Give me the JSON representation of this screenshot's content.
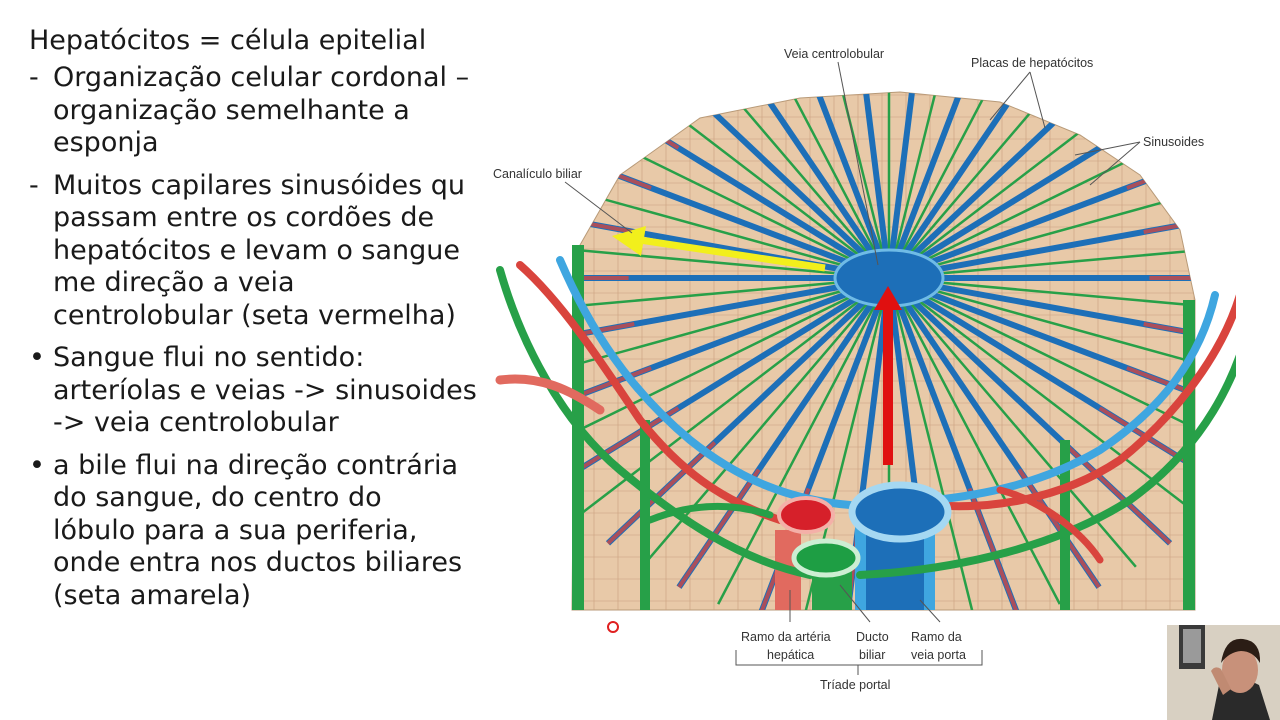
{
  "slide": {
    "heading": "Hepatócitos = célula epitelial",
    "bullets": [
      {
        "marker": "-",
        "text": "Organização celular cordonal –\norganização semelhante a\nesponja"
      },
      {
        "marker": "-",
        "text": "Muitos capilares sinusóides qu\npassam entre os cordões de\nhepatócitos e levam o sangue\nme direção a veia\ncentrolobular (seta vermelha)"
      },
      {
        "marker": "•",
        "text": "Sangue flui no sentido:\narteríolas e veias -> sinusoides\n-> veia centrolobular"
      },
      {
        "marker": "•",
        "text": "a bile flui na direção contrária\ndo sangue, do centro do\nlóbulo para a sua periferia,\nonde entra nos ductos biliares\n(seta amarela)"
      }
    ]
  },
  "diagram": {
    "labels": {
      "central_vein": "Veia centrolobular",
      "hepatocyte_plates": "Placas de hepatócitos",
      "sinusoids": "Sinusoides",
      "bile_canaliculus": "Canalículo biliar",
      "hepatic_artery_line1": "Ramo da artéria",
      "hepatic_artery_line2": "hepática",
      "bile_duct_line1": "Ducto",
      "bile_duct_line2": "biliar",
      "portal_vein_line1": "Ramo da",
      "portal_vein_line2": "veia porta",
      "portal_triad": "Tríade portal"
    },
    "colors": {
      "tissue": "#e8c9a8",
      "artery": "#d9443d",
      "vein": "#1d6fb8",
      "bile": "#27a048",
      "yellow_arrow": "#f2ef1c",
      "red_arrow": "#e01010"
    }
  }
}
